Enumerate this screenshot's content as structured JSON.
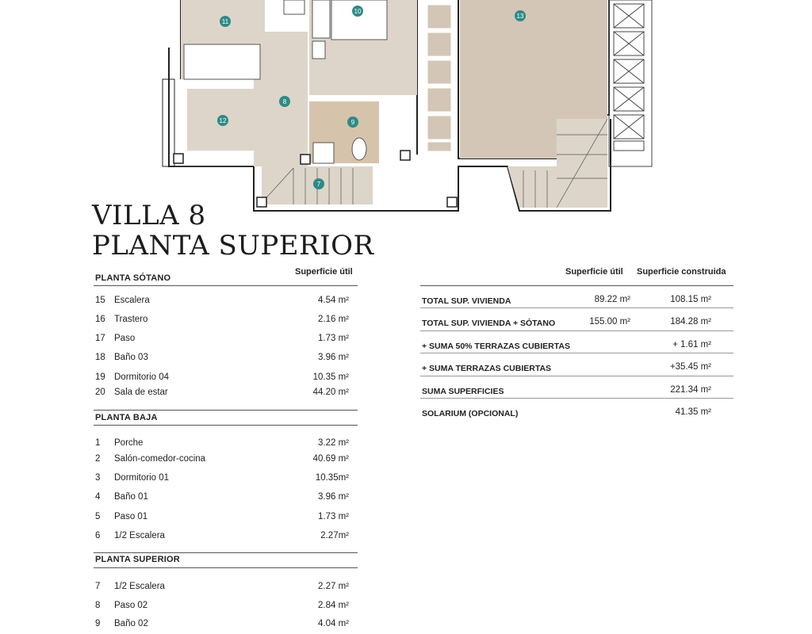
{
  "plan": {
    "rooms": [
      "11",
      "10",
      "13",
      "8",
      "12",
      "9",
      "7"
    ]
  },
  "title": {
    "line1": "VILLA 8",
    "line2": "PLANTA SUPERIOR"
  },
  "left_table": {
    "column_header": "Superficie útil",
    "sections": [
      {
        "name": "PLANTA SÓTANO",
        "rows": [
          {
            "n": "15",
            "label": "Escalera",
            "value": "4.54 m²"
          },
          {
            "n": "16",
            "label": "Trastero",
            "value": "2.16 m²"
          },
          {
            "n": "17",
            "label": "Paso",
            "value": "1.73 m²"
          },
          {
            "n": "18",
            "label": "Baño 03",
            "value": "3.96 m²"
          },
          {
            "n": "19",
            "label": "Dormitorio 04",
            "value": "10.35 m²"
          },
          {
            "n": "20",
            "label": "Sala de estar",
            "value": "44.20 m²"
          }
        ]
      },
      {
        "name": "PLANTA BAJA",
        "rows": [
          {
            "n": "1",
            "label": "Porche",
            "value": "3.22 m²"
          },
          {
            "n": "2",
            "label": "Salón-comedor-cocina",
            "value": "40.69 m²"
          },
          {
            "n": "3",
            "label": "Dormitorio 01",
            "value": "10.35m²"
          },
          {
            "n": "4",
            "label": "Baño 01",
            "value": "3.96 m²"
          },
          {
            "n": "5",
            "label": "Paso 01",
            "value": "1.73 m²"
          },
          {
            "n": "6",
            "label": "1/2 Escalera",
            "value": "2.27m²"
          }
        ]
      },
      {
        "name": "PLANTA SUPERIOR",
        "rows": [
          {
            "n": "7",
            "label": "1/2 Escalera",
            "value": "2.27 m²"
          },
          {
            "n": "8",
            "label": "Paso 02",
            "value": "2.84 m²"
          },
          {
            "n": "9",
            "label": "Baño 02",
            "value": "4.04 m²"
          }
        ]
      }
    ]
  },
  "right_table": {
    "headers": [
      "Superficie útil",
      "Superficie construida"
    ],
    "rows": [
      {
        "label": "TOTAL SUP. VIVIENDA",
        "util": "89.22 m²",
        "construida": "108.15 m²"
      },
      {
        "label": "TOTAL SUP. VIVIENDA + SÓTANO",
        "util": "155.00  m²",
        "construida": "184.28 m²"
      },
      {
        "label": "+ SUMA 50% TERRAZAS CUBIERTAS",
        "util": "",
        "construida": "+ 1.61 m²"
      },
      {
        "label": "+ SUMA TERRAZAS CUBIERTAS",
        "util": "",
        "construida": "+35.45 m²"
      },
      {
        "label": "SUMA SUPERFICIES",
        "util": "",
        "construida": "221.34 m²"
      },
      {
        "label": "SOLARIUM (OPCIONAL)",
        "util": "",
        "construida": "41.35 m²"
      }
    ]
  },
  "colors": {
    "room_fill": "#ddd5ca",
    "bath_fill": "#d6c3ac",
    "terrace_fill": "#d4c6b6",
    "badge": "#2e8a86"
  }
}
